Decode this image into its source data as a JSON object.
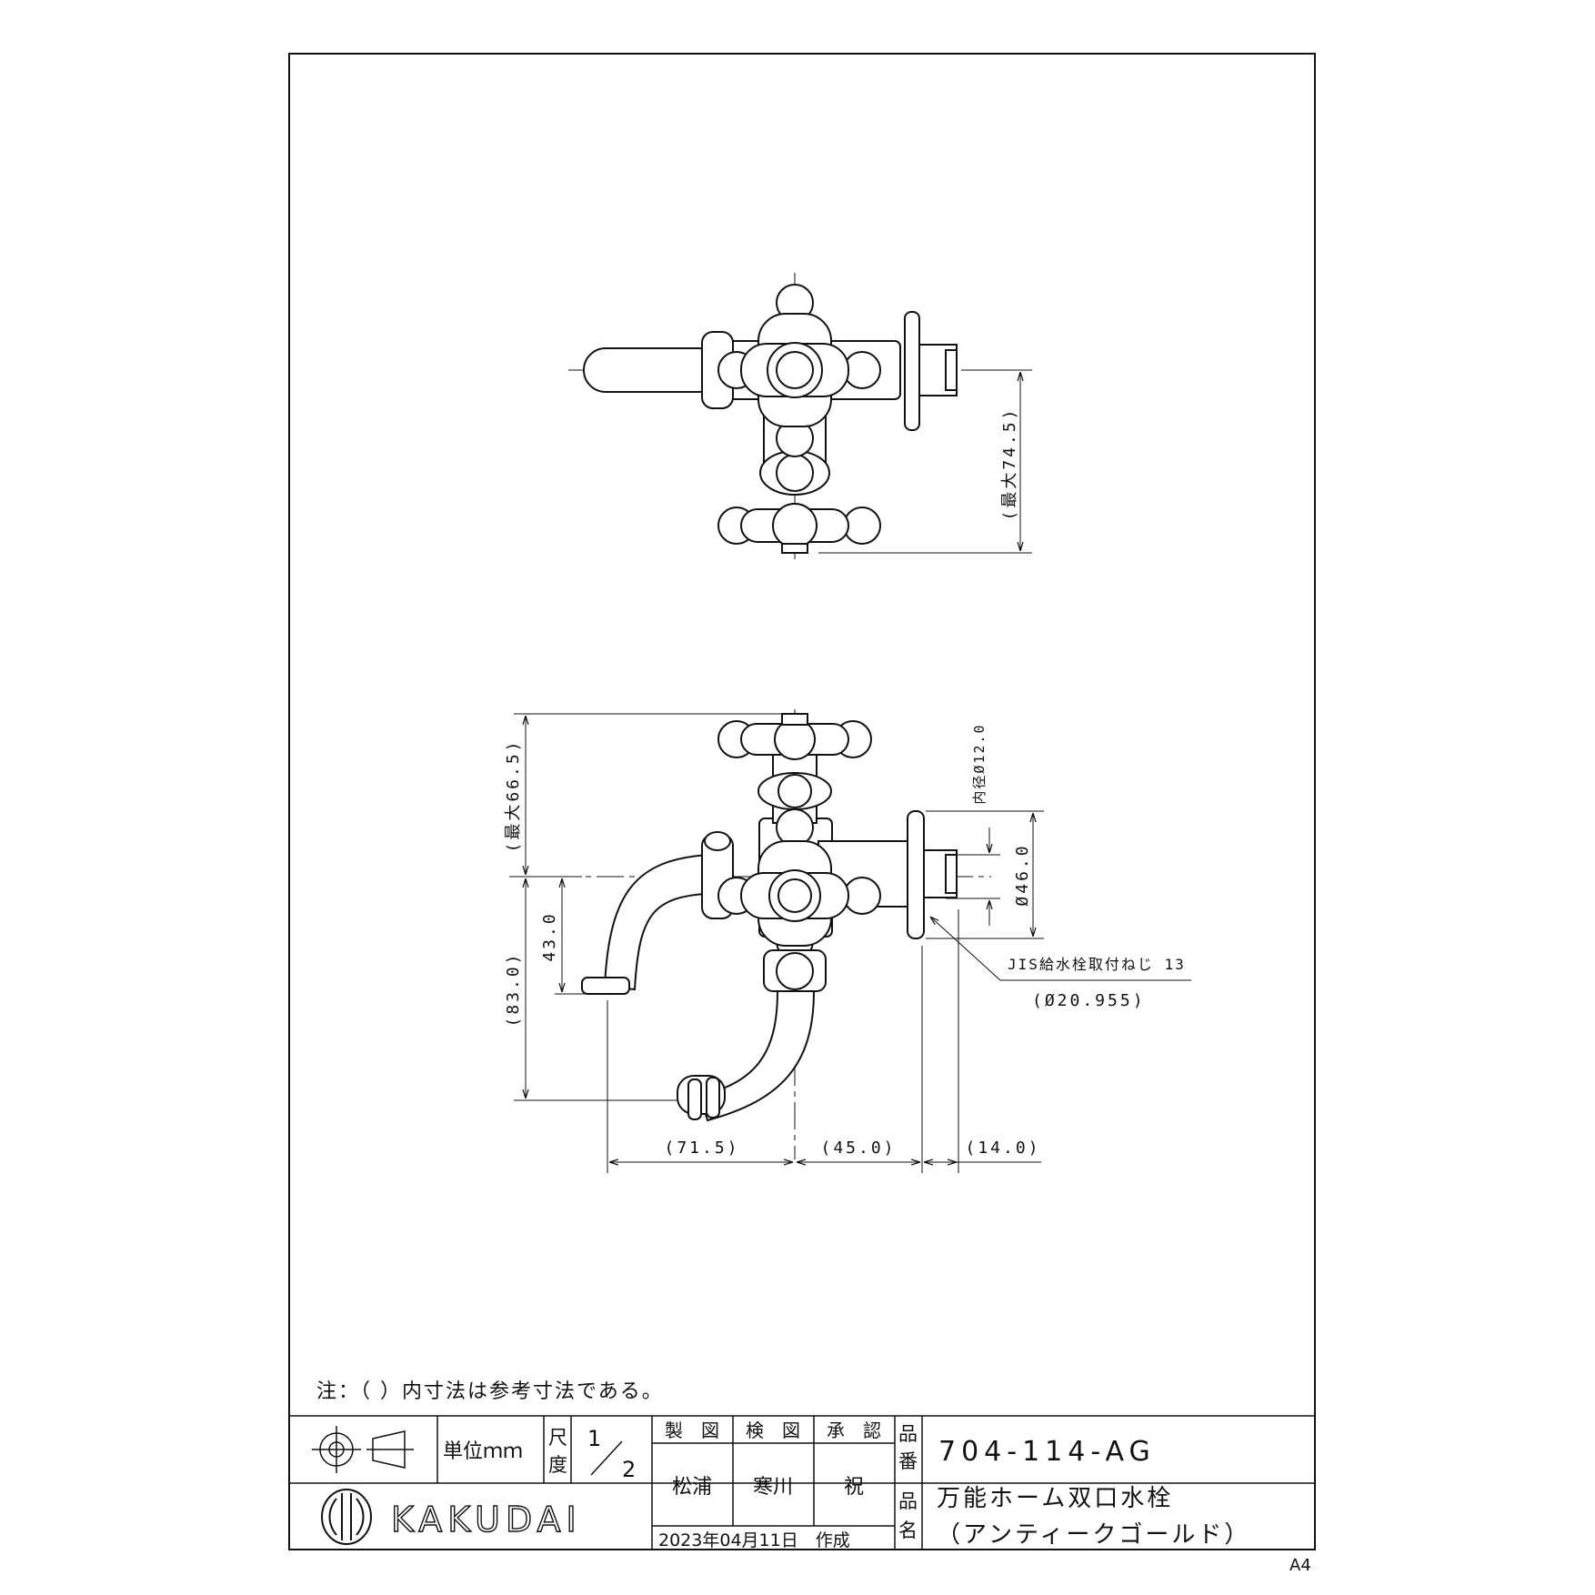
{
  "drawing": {
    "top_view": {
      "dim_max_width": "(最大74.5)"
    },
    "front_view": {
      "dim_max_height": "(最大66.5)",
      "dim_inner_dia": "内径Ø12.0",
      "dim_flange_dia": "Ø46.0",
      "dim_spout_drop": "43.0",
      "dim_total_drop": "(83.0)",
      "dim_spout_reach": "(71.5)",
      "dim_body_to_wall": "(45.0)",
      "dim_thread_len": "(14.0)",
      "thread_callout": "JIS給水栓取付ねじ 13",
      "thread_diameter": "(Ø20.955)"
    }
  },
  "note": "注：（ ）内寸法は参考寸法である。",
  "title_block": {
    "unit_label": "単位ｍｍ",
    "scale_label": [
      "尺",
      "度"
    ],
    "scale_num": "1",
    "scale_den": "2",
    "roles": [
      "製　図",
      "検　図",
      "承　認"
    ],
    "names": [
      "松浦",
      "寒川",
      "祝"
    ],
    "part_no_label": [
      "品",
      "番"
    ],
    "part_no": "704-114-AG",
    "product_label": [
      "品",
      "名"
    ],
    "product_name_1": "万能ホーム双口水栓",
    "product_name_2": "（アンティークゴールド）",
    "brand": "KAKUDAI",
    "date": "2023年04月11日　作成",
    "paper_size": "A4"
  }
}
